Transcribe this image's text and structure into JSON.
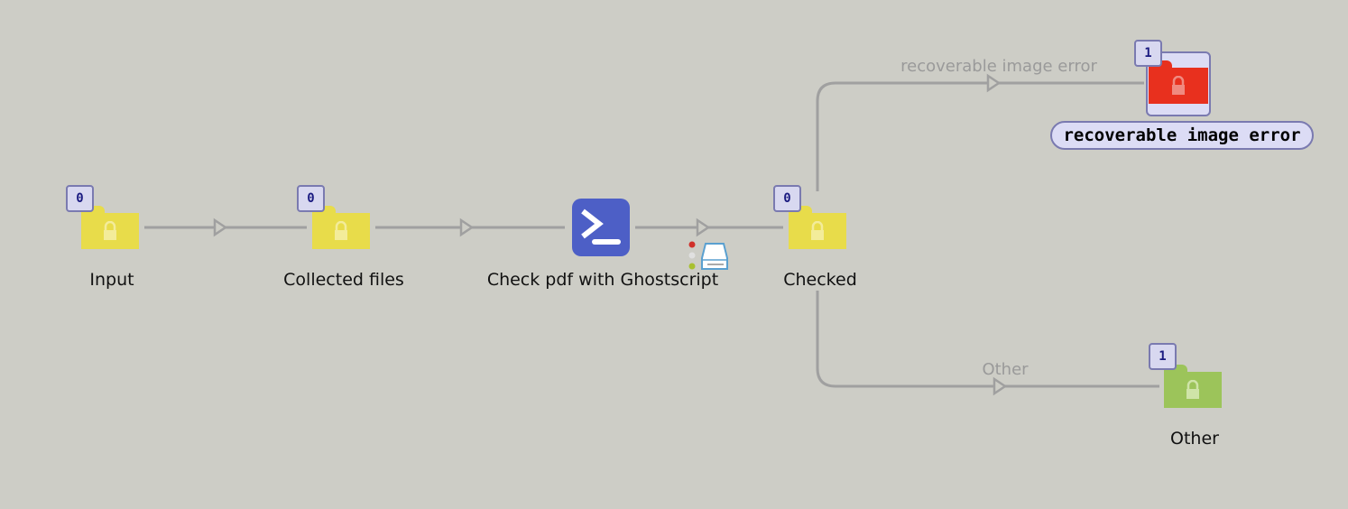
{
  "colors": {
    "background": "#cdcdc6",
    "folder_yellow": "#e8dc4a",
    "folder_red": "#e8301e",
    "folder_green": "#9cc45a",
    "script_blue": "#4d5fc6",
    "connector": "#a0a0a0"
  },
  "nodes": {
    "input": {
      "label": "Input",
      "count": "0",
      "icon": "folder-icon"
    },
    "collected": {
      "label": "Collected files",
      "count": "0",
      "icon": "folder-icon"
    },
    "script": {
      "label": "Check pdf with Ghostscript",
      "icon": "terminal-script-icon"
    },
    "checked": {
      "label": "Checked",
      "count": "0",
      "icon": "folder-icon"
    },
    "recoverable": {
      "label": "recoverable image error",
      "count": "1",
      "icon": "folder-icon"
    },
    "other": {
      "label": "Other",
      "count": "1",
      "icon": "folder-icon"
    }
  },
  "connections": {
    "recoverable_label": "recoverable image error",
    "other_label": "Other"
  }
}
